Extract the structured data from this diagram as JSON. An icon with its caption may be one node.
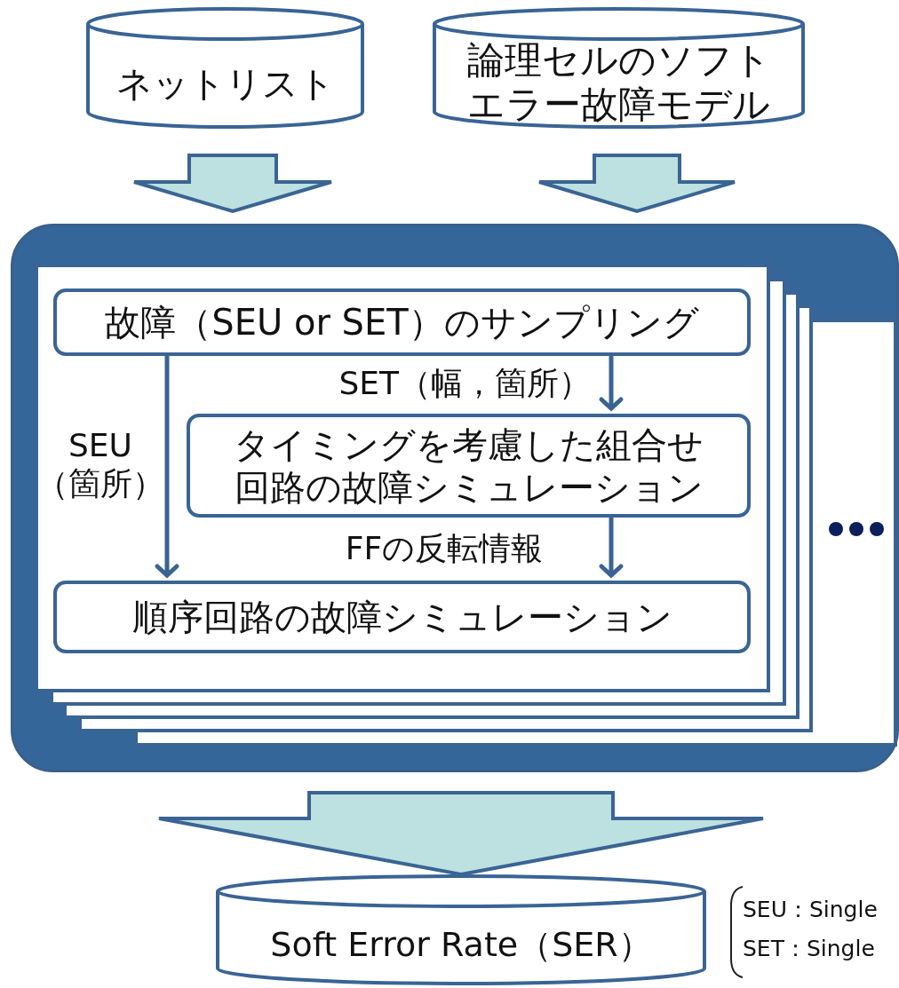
{
  "diagram": {
    "nodes": [
      {
        "text": [
          "ネットリスト"
        ]
      },
      {
        "text": [
          "論理セルのソフトエラー故障モデル"
        ]
      },
      {
        "text": [],
        "shape": "box"
      },
      {
        "text": [
          "故障（SEU or SET）のサンプリング"
        ],
        "in": 2
      },
      {
        "text": [
          "タイミングを考慮した組合せ回路の故障シミュレーション"
        ],
        "in": 2
      },
      {
        "text": [
          "順序回路の故障シミュレーション"
        ],
        "in": 2
      },
      {
        "text": [
          "Soft Error Rate（SER）"
        ]
      }
    ],
    "edges": [
      {
        "from": 0,
        "to": 2,
        "arrow": "to",
        "style": "thick"
      },
      {
        "from": 1,
        "to": 2,
        "arrow": "to",
        "style": "thick"
      },
      {
        "from": 3,
        "to": 4,
        "arrow": "to",
        "label": "SET（幅，箇所）"
      },
      {
        "from": 3,
        "to": 5,
        "arrow": "to",
        "label": "SEU （箇所）"
      },
      {
        "from": 4,
        "to": 5,
        "arrow": "to",
        "label": "FFの反転情報"
      },
      {
        "from": 2,
        "to": 6,
        "arrow": "to",
        "style": "thick"
      }
    ],
    "labels": [
      "SEU：Single",
      "SET：Single"
    ]
  }
}
